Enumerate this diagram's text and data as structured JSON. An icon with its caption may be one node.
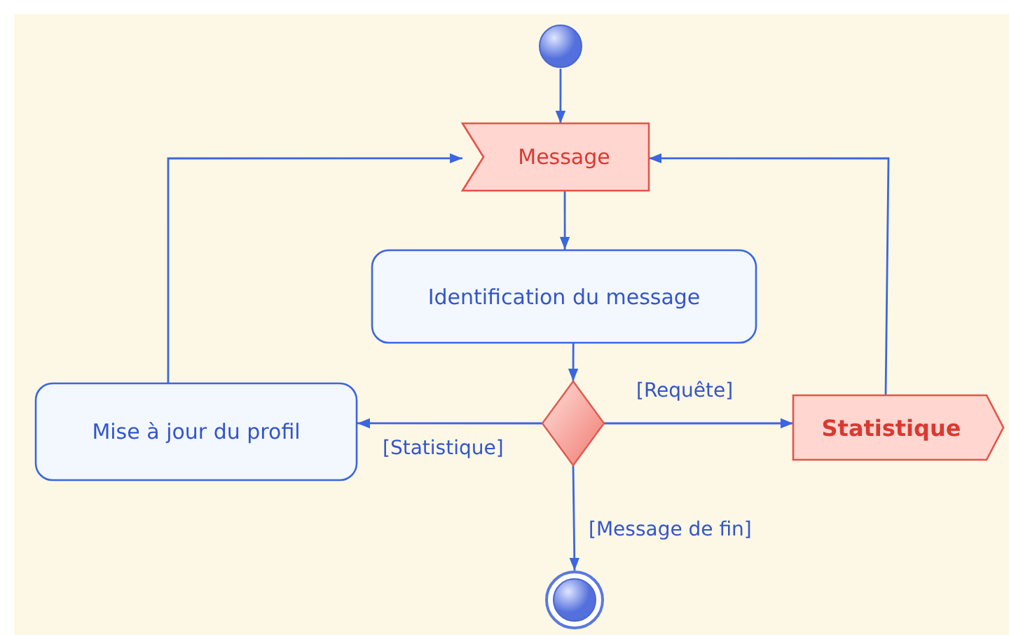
{
  "diagram": {
    "nodes": [
      {
        "text": [],
        "shape": "circle"
      },
      {
        "text": [
          "Message"
        ]
      },
      {
        "text": [
          "Identification du message"
        ]
      },
      {
        "text": [
          "Mise à jour du profil"
        ]
      },
      {
        "text": [],
        "shape": "diamond"
      },
      {
        "text": [
          "Statistique"
        ]
      },
      {
        "text": [],
        "shape": "circle"
      }
    ],
    "edges": [
      {
        "from": 0,
        "to": 1,
        "arrow": "to"
      },
      {
        "from": 1,
        "to": 2,
        "arrow": "to"
      },
      {
        "from": 2,
        "to": 4,
        "arrow": "to"
      },
      {
        "from": 4,
        "to": 5,
        "arrow": "to",
        "label": "[Requête]"
      },
      {
        "from": 4,
        "to": 3,
        "arrow": "to",
        "label": "[Statistique]"
      },
      {
        "from": 4,
        "to": 6,
        "arrow": "to",
        "label": "[Message de fin]"
      },
      {
        "from": 3,
        "to": 1,
        "arrow": "to"
      },
      {
        "from": 5,
        "to": 1,
        "arrow": "to"
      }
    ]
  }
}
